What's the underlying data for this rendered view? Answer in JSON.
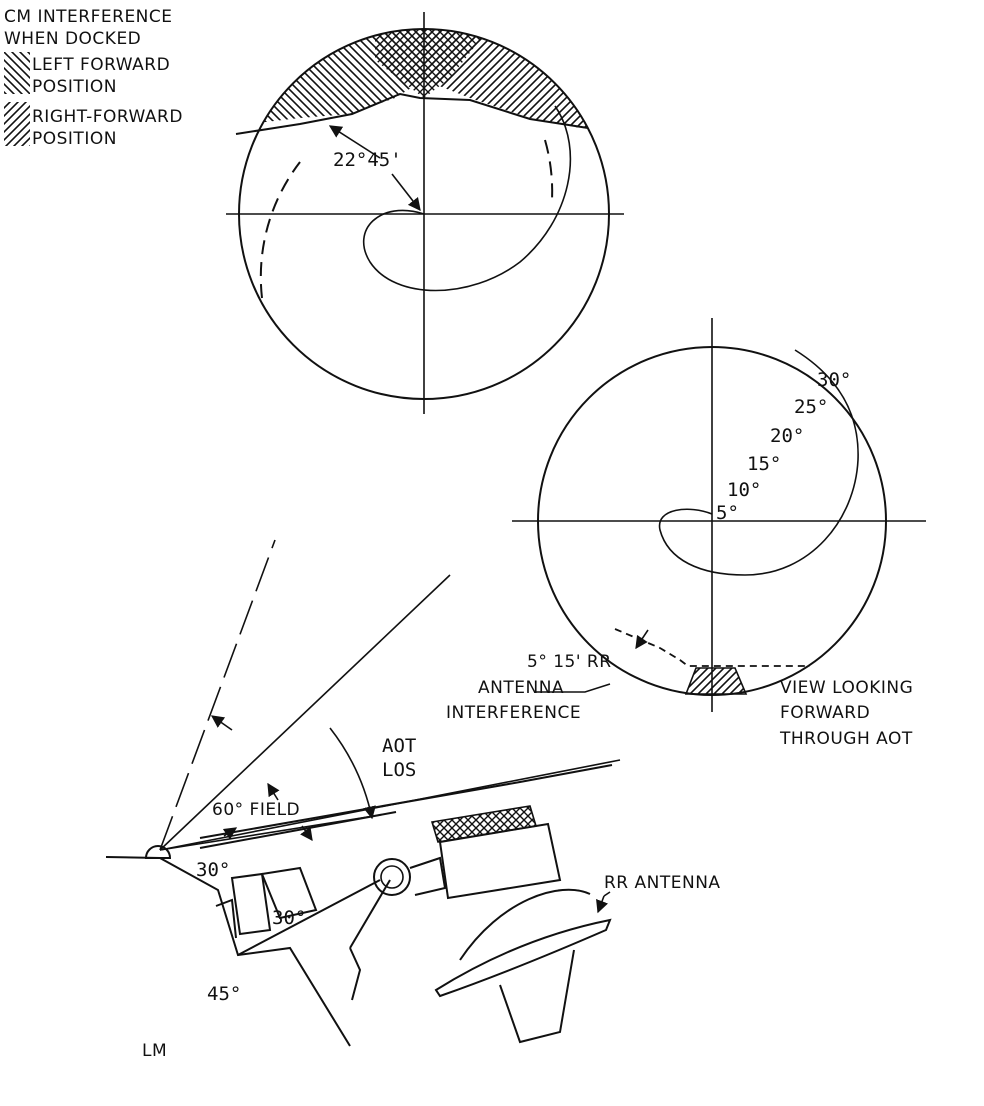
{
  "legend": {
    "title_line1": "CM INTERFERENCE",
    "title_line2": "WHEN DOCKED",
    "left_line1": "LEFT FORWARD",
    "left_line2": "POSITION",
    "right_line1": "RIGHT-FORWARD",
    "right_line2": "POSITION"
  },
  "top_view": {
    "angle_label": "22°45'"
  },
  "right_view": {
    "spiral_labels": [
      "30°",
      "25°",
      "20°",
      "15°",
      "10°",
      "5°"
    ],
    "rr_label_line1": "5° 15' RR",
    "rr_label_line2": "ANTENNA",
    "rr_label_line3": "INTERFERENCE",
    "view_line1": "VIEW LOOKING",
    "view_line2": "FORWARD",
    "view_line3": "THROUGH AOT"
  },
  "side_view": {
    "aot_line1": "AOT",
    "aot_line2": "LOS",
    "field_label": "60° FIELD",
    "angle_30_outer": "30°",
    "angle_30_inner": "30°",
    "angle_45": "45°",
    "rr_antenna": "RR ANTENNA",
    "lm_label": "LM"
  },
  "colors": {
    "ink": "#111111",
    "background": "#ffffff"
  }
}
